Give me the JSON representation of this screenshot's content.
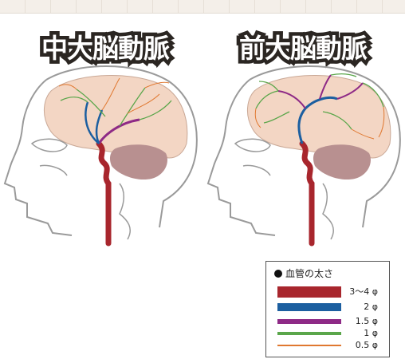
{
  "titles": {
    "left": "中大脳動脈",
    "right": "前大脳動脈"
  },
  "legend": {
    "title": "血管の太さ",
    "items": [
      {
        "label": "3～4 φ",
        "color": "#a8262d"
      },
      {
        "label": "2 φ",
        "color": "#1c5fa0"
      },
      {
        "label": "1.5 φ",
        "color": "#8e2a86"
      },
      {
        "label": "1 φ",
        "color": "#5aa64a"
      },
      {
        "label": "0.5 φ",
        "color": "#e07830"
      }
    ]
  },
  "colors": {
    "brain": "#f3d6c4",
    "cerebellum": "#b89090",
    "outline": "#9a9a9a"
  }
}
